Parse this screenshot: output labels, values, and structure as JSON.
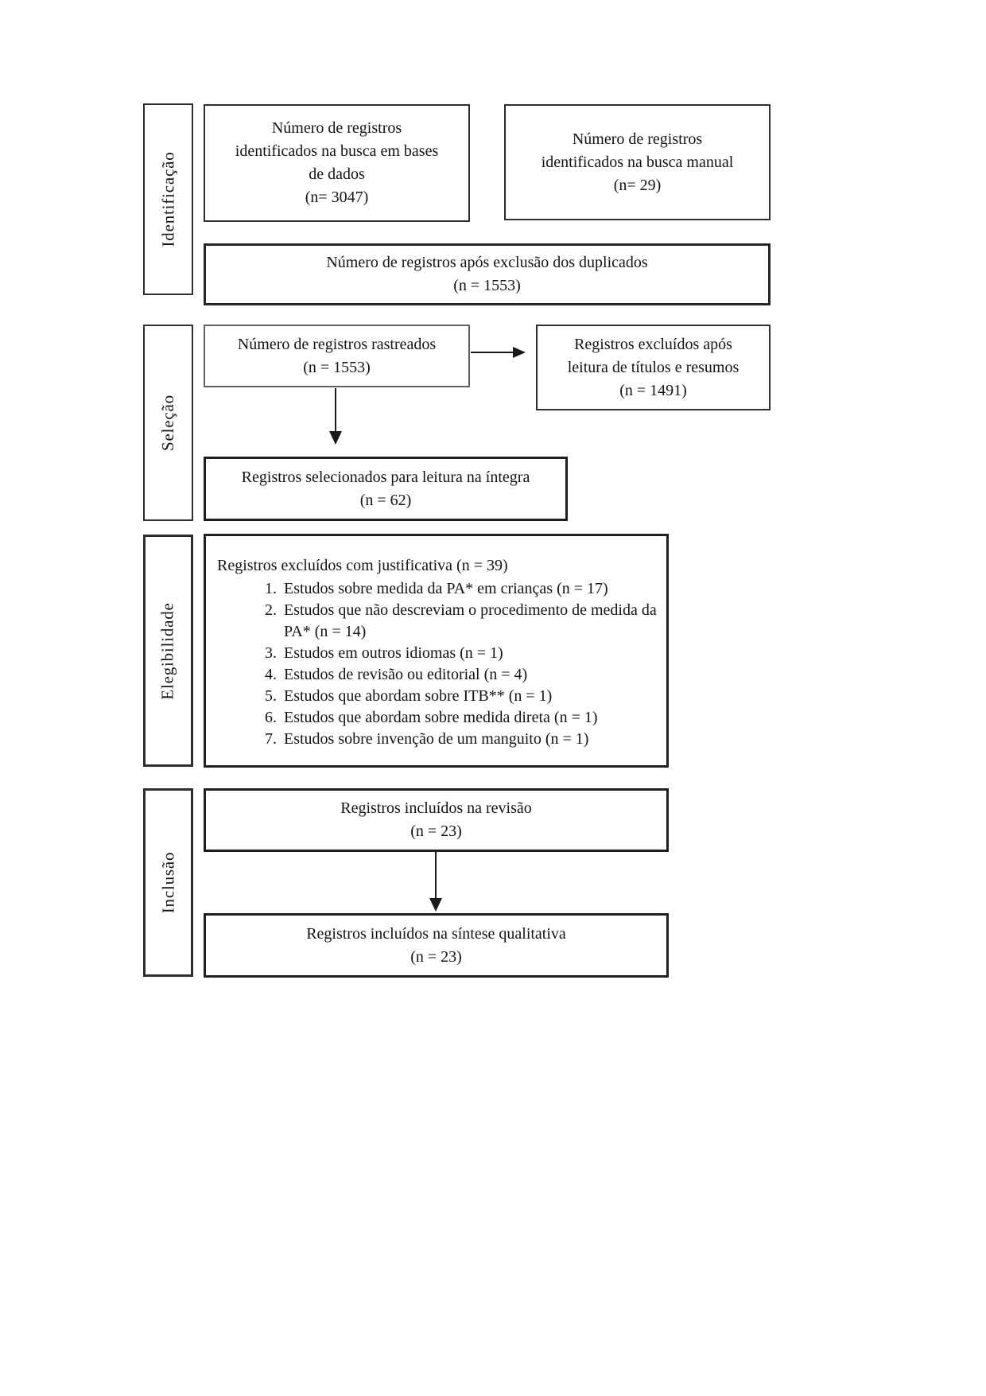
{
  "stages": [
    {
      "label": "Identificação"
    },
    {
      "label": "Seleção"
    },
    {
      "label": "Elegibilidade"
    },
    {
      "label": "Inclusão"
    }
  ],
  "boxes": {
    "database_search": {
      "lines": [
        "Número de registros",
        "identificados na busca em bases",
        "de dados",
        "(n= 3047)"
      ]
    },
    "manual_search": {
      "lines": [
        "Número de registros",
        "identificados na busca manual",
        "(n= 29)"
      ]
    },
    "deduplicated": {
      "lines": [
        "Número de registros após exclusão dos duplicados",
        "(n = 1553)"
      ]
    },
    "screened": {
      "lines": [
        "Número de registros rastreados",
        "(n = 1553)"
      ]
    },
    "excluded_screening": {
      "lines": [
        "Registros excluídos após",
        "leitura de títulos e resumos",
        "(n = 1491)"
      ]
    },
    "fulltext": {
      "lines": [
        "Registros selecionados para leitura na íntegra",
        "(n = 62)"
      ]
    },
    "excluded_justified": {
      "title": "Registros excluídos com justificativa (n = 39)",
      "items": [
        "Estudos sobre medida da PA* em crianças (n = 17)",
        "Estudos que não descreviam o procedimento de medida da PA* (n = 14)",
        "Estudos em outros idiomas (n = 1)",
        "Estudos de revisão ou editorial (n = 4)",
        "Estudos que abordam sobre ITB** (n = 1)",
        "Estudos que abordam sobre medida direta (n = 1)",
        "Estudos sobre invenção de um manguito (n = 1)"
      ]
    },
    "included_review": {
      "lines": [
        "Registros incluídos na revisão",
        "(n = 23)"
      ]
    },
    "included_synthesis": {
      "lines": [
        "Registros incluídos na síntese qualitativa",
        "(n = 23)"
      ]
    }
  },
  "colors": {
    "text": "#141414",
    "border": "#2e2e2e",
    "border_strong": "#1f1f1f",
    "background": "#ffffff"
  }
}
